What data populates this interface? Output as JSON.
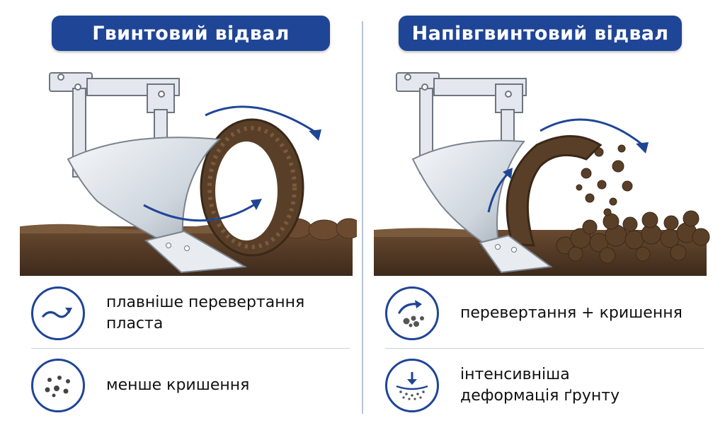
{
  "left": {
    "title": "Гвинтовий відвал",
    "features": [
      {
        "icon": "smooth-arrow-icon",
        "text": "плавніше перевертання пласта"
      },
      {
        "icon": "scattered-dots-icon",
        "text": "менше кришення"
      }
    ]
  },
  "right": {
    "title": "Напівгвинтовий відвал",
    "features": [
      {
        "icon": "curved-arrow-crumbs-icon",
        "text": "перевертання + кришення"
      },
      {
        "icon": "soil-deformation-icon",
        "text": "інтенсивніша деформація ґрунту"
      }
    ]
  },
  "colors": {
    "accent": "#1f4596",
    "soil_dark": "#4a3322",
    "soil_light": "#7a5a3c",
    "blade": "#dde3ea"
  }
}
